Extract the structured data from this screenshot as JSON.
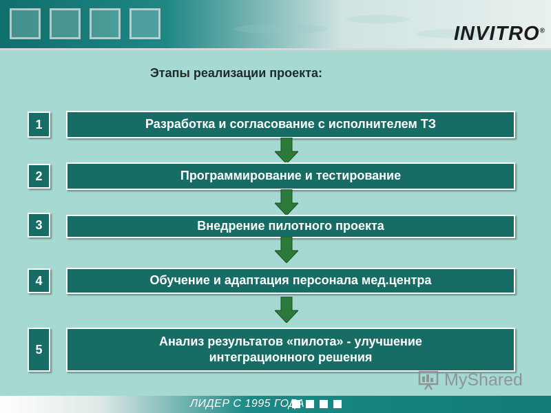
{
  "header": {
    "logo_text": "INVITRO",
    "logo_mark": "®"
  },
  "slide": {
    "title": "Этапы реализации проекта:",
    "steps": [
      {
        "number": "1",
        "label": "Разработка и согласование с исполнителем ТЗ"
      },
      {
        "number": "2",
        "label": "Программирование и тестирование"
      },
      {
        "number": "3",
        "label": "Внедрение пилотного проекта"
      },
      {
        "number": "4",
        "label": "Обучение и адаптация персонала мед.центра"
      },
      {
        "number": "5",
        "label": "Анализ результатов «пилота» - улучшение интеграционного решения"
      }
    ]
  },
  "watermark": {
    "text": "MyShared"
  },
  "footer": {
    "slogan": "ЛИДЕР С 1995 ГОДА"
  },
  "colors": {
    "step_fill": "#176d66",
    "panel_bg": "#a5d9d1",
    "arrow_fill": "#2b7a3a"
  }
}
